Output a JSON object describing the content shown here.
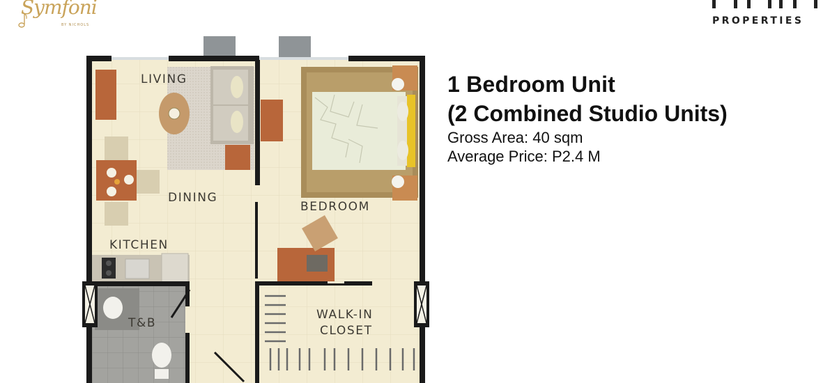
{
  "brand": {
    "project_logo_text": "Symfoni",
    "project_logo_sub": "BY NICHOLS",
    "developer_logo_text": "PROPERTIES"
  },
  "unit": {
    "title_line1": "1 Bedroom Unit",
    "title_line2": "(2 Combined Studio Units)",
    "gross_area": "Gross Area: 40 sqm",
    "average_price": "Average Price: P2.4 M"
  },
  "rooms": {
    "living": "LIVING",
    "dining": "DINING",
    "kitchen": "KITCHEN",
    "bedroom": "BEDROOM",
    "tb": "T&B",
    "walkin_line1": "WALK-IN",
    "walkin_line2": "CLOSET"
  },
  "colors": {
    "floor": "#f3ecd2",
    "wall": "#1a1a1a",
    "wood": "#b8663a",
    "tile": "#9c9c98",
    "accent_gold": "#c9a35a",
    "pillow": "#e8c328"
  }
}
